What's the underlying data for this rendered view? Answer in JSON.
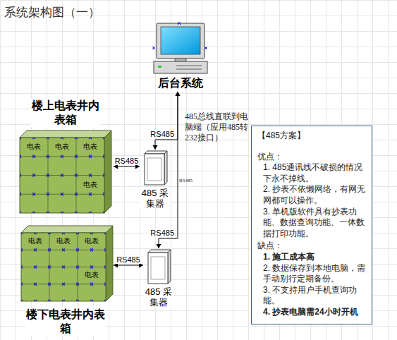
{
  "diagram": {
    "title": "系统架构图（一）",
    "nodes": [
      {
        "text": [
          "后台系统"
        ]
      },
      {
        "text": [
          "楼上电表井内表箱"
        ]
      },
      {
        "text": [
          "电表"
        ],
        "in": 1
      },
      {
        "text": [
          "电表"
        ],
        "in": 1
      },
      {
        "text": [
          "电表"
        ],
        "in": 1
      },
      {
        "text": [
          "电表"
        ],
        "in": 1
      },
      {
        "text": [
          "485 采集器"
        ]
      },
      {
        "text": [
          "楼下电表井内表箱"
        ]
      },
      {
        "text": [
          "电表"
        ],
        "in": 7
      },
      {
        "text": [
          "电表"
        ],
        "in": 7
      },
      {
        "text": [
          "电表"
        ],
        "in": 7
      },
      {
        "text": [
          "电表"
        ],
        "in": 7
      },
      {
        "text": [
          "485 采集器"
        ]
      },
      {
        "text": [
          "【485方案】",
          "优点：",
          "1. 485通讯线不破损的情况下永不掉线。",
          "2. 抄表不依懒网络，有网无网都可以操作。",
          "3. 单机版软件具有抄表功能、数据查询功能、一体数据打印功能。",
          "缺点：",
          "1. 施工成本高",
          "2. 数据保存到本地电脑，需手动别行定期备份。",
          "3. 不支持用户手机查询功能。",
          "4. 抄表电脑需24小时开机"
        ]
      }
    ],
    "edges": [
      {
        "from": 1,
        "to": 6,
        "label": "RS485",
        "arrow": "both"
      },
      {
        "from": 7,
        "to": 12,
        "label": "RS485",
        "arrow": "both"
      },
      {
        "from": 6,
        "to": 0,
        "label": "RS485",
        "arrow": "both"
      },
      {
        "from": 12,
        "to": 0,
        "label": "RS485",
        "arrow": "both"
      }
    ],
    "labels": [
      "485总线直联到电脑端（应用485转232接口）",
      "RS485"
    ]
  }
}
